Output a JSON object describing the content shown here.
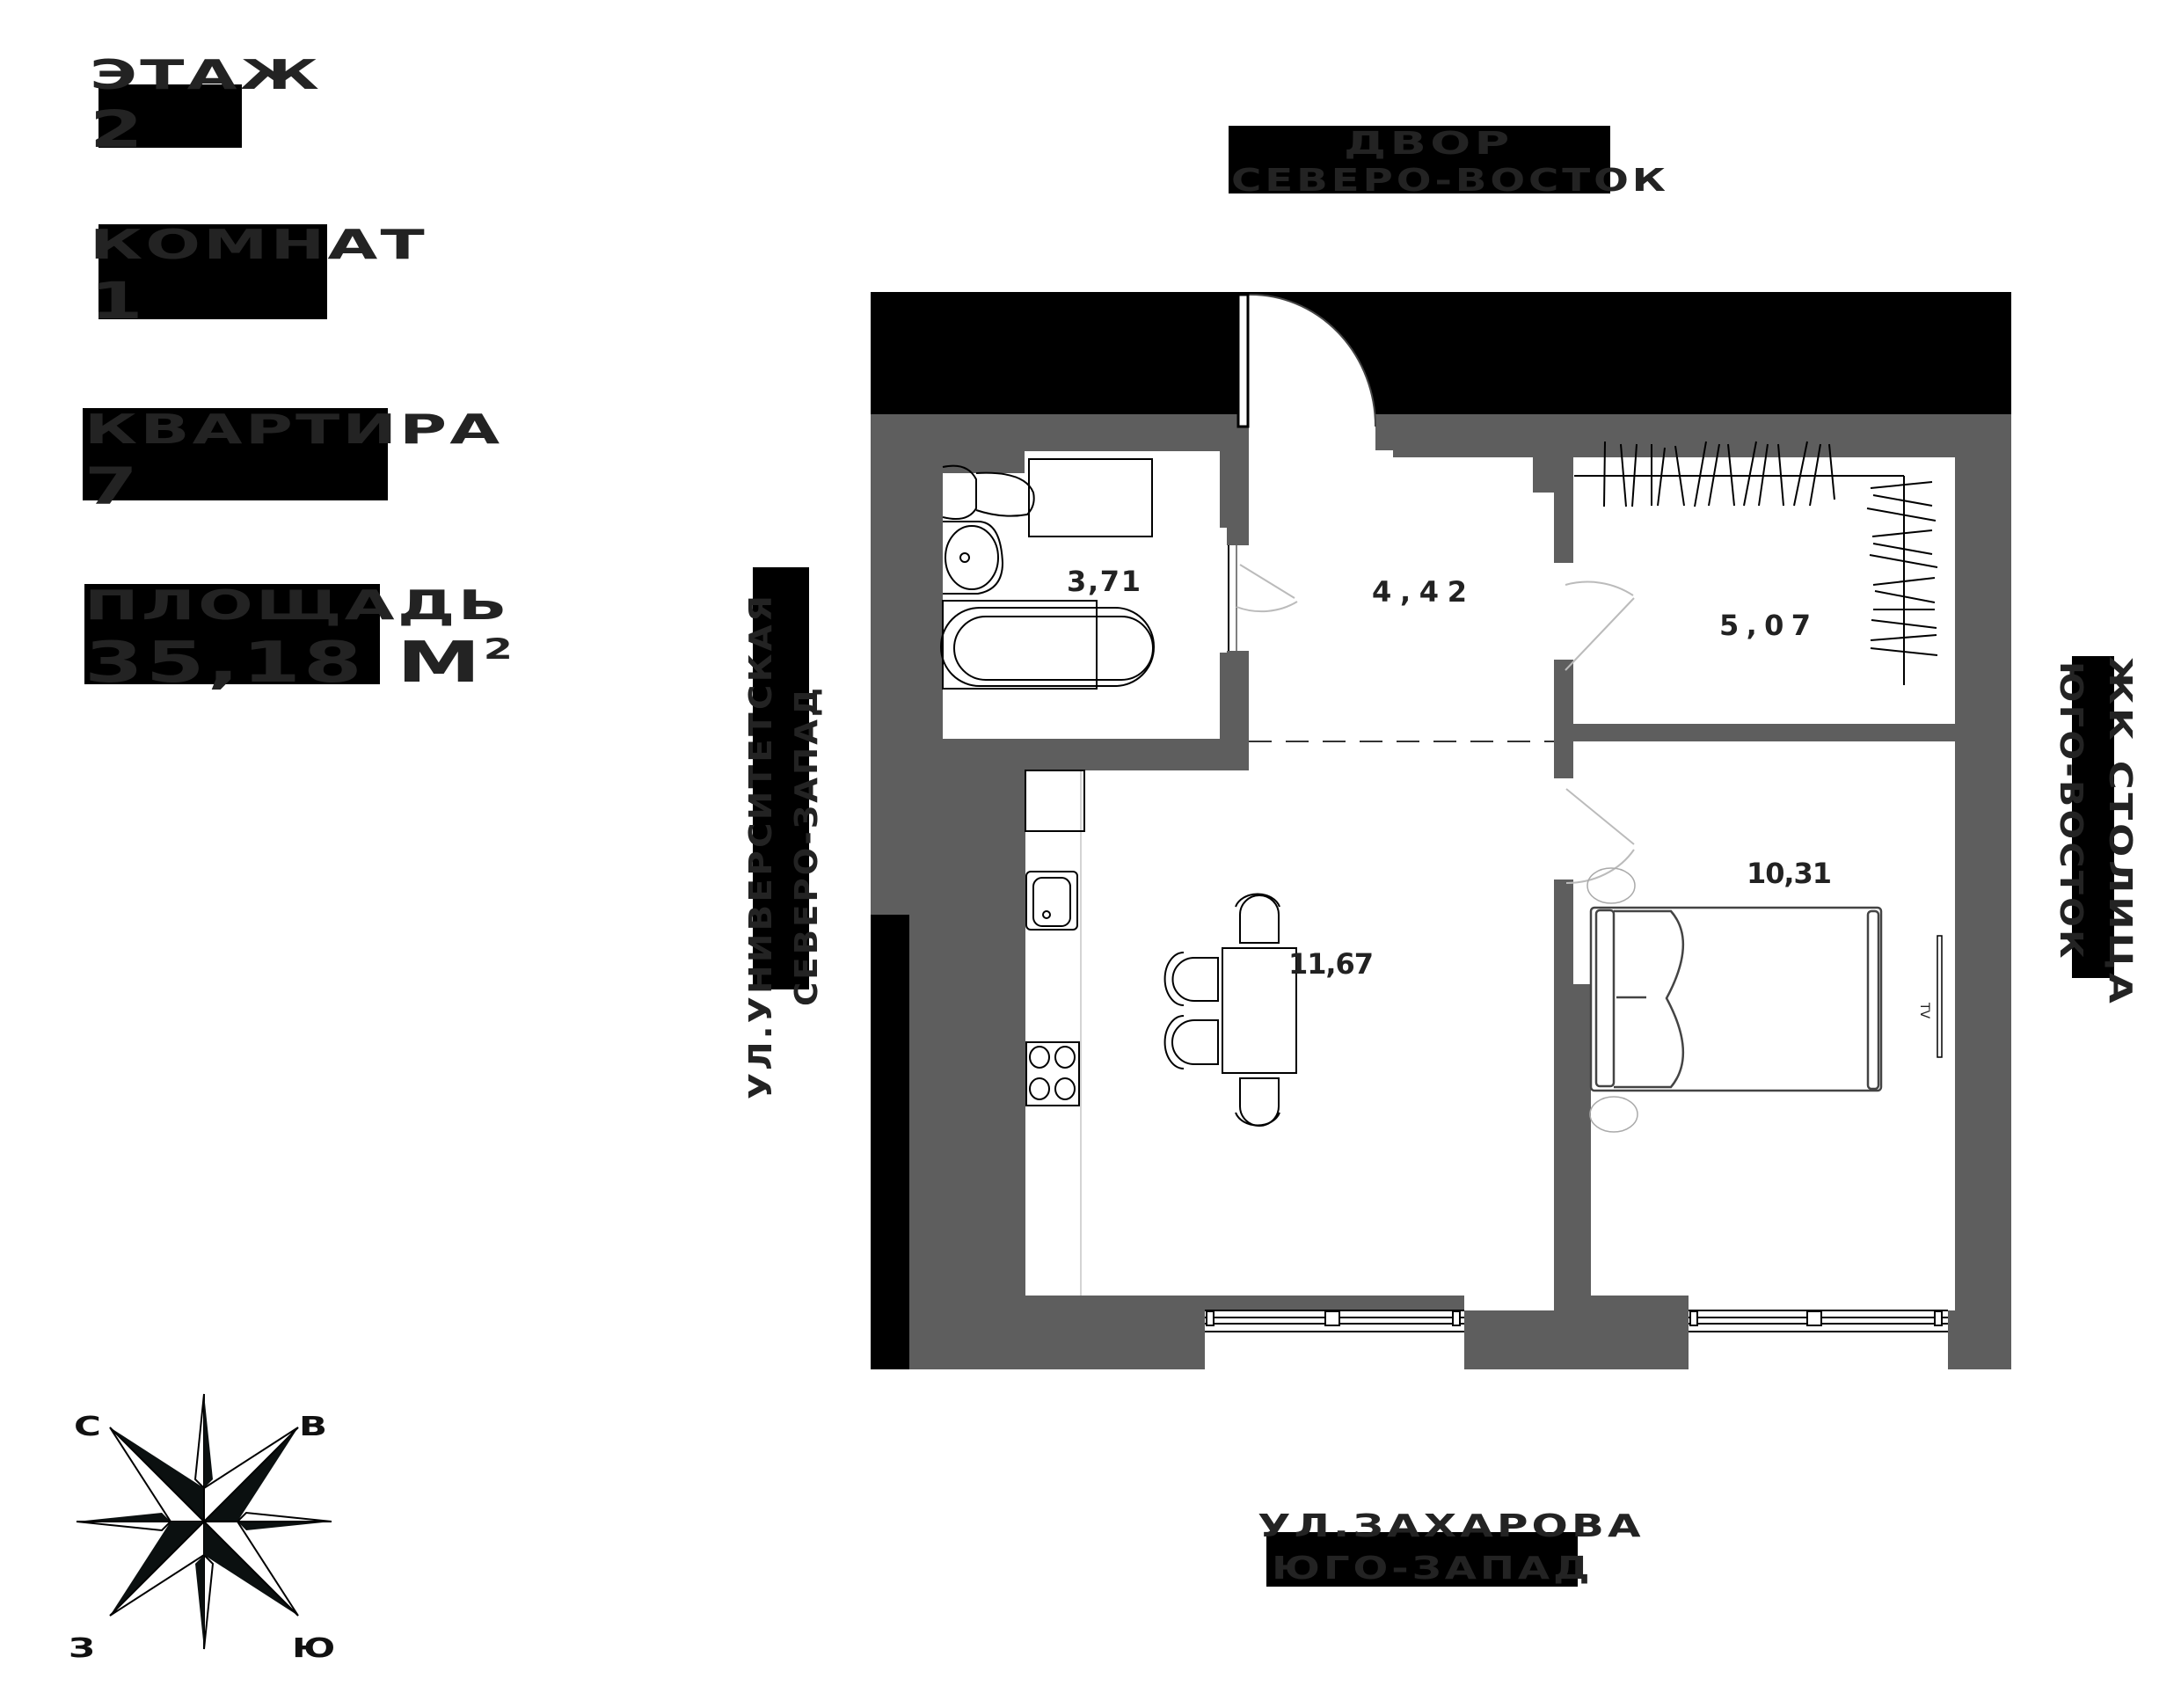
{
  "info": {
    "floor": {
      "label": "ЭТАЖ",
      "value": "2"
    },
    "rooms": {
      "label": "КОМНАТ",
      "value": "1"
    },
    "apartment": {
      "label": "КВАРТИРА",
      "value": "7"
    },
    "area": {
      "label": "ПЛОЩАДЬ",
      "value": "35,18 М",
      "unit_sup": "2"
    }
  },
  "directions": {
    "top": {
      "line1": "ДВОР",
      "line2": "СЕВЕРО-ВОСТОК"
    },
    "left": {
      "line1": "УЛ.УНИВЕРСИТЕТСКАЯ",
      "line2": "СЕВЕРО-ЗАПАД"
    },
    "right": {
      "line1": "ЖК СТОЛИЦА",
      "line2": "ЮГО-ВОСТОК"
    },
    "bottom": {
      "line1": "УЛ.ЗАХАРОВА",
      "line2": "ЮГО-ЗАПАД"
    }
  },
  "rooms": {
    "bathroom": {
      "area": "3,71"
    },
    "hall": {
      "area": "4,42"
    },
    "wardrobe": {
      "area": "5,07"
    },
    "kitchen_living": {
      "area": "11,67"
    },
    "bedroom": {
      "area": "10,31"
    },
    "tv_label": "TV"
  },
  "compass": {
    "north": "С",
    "east": "В",
    "west": "З",
    "south": "Ю"
  },
  "colors": {
    "wall": "#5e5e5e",
    "outer_wall": "#000000",
    "label_text": "#232323",
    "label_bg": "#000000"
  }
}
